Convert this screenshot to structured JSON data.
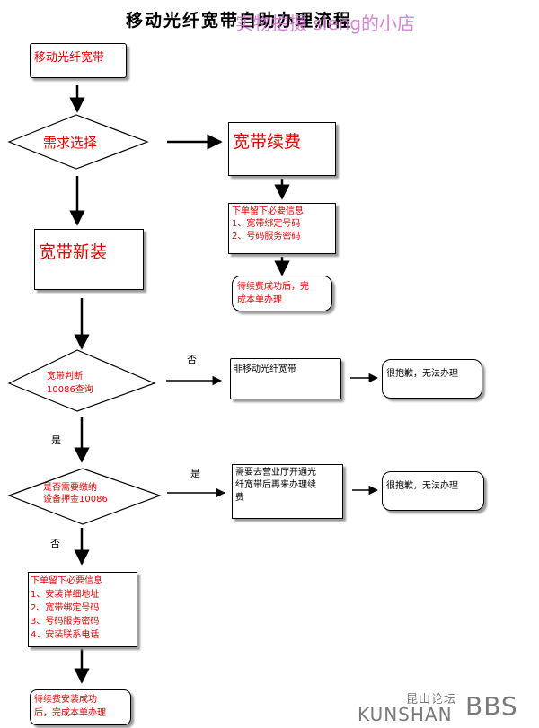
{
  "title": "移动光纤宽带自助办理流程",
  "watermark_top": "实物拍摄 sleng的小店",
  "watermark_bottom_cn": "昆山论坛",
  "watermark_bottom_en": "KUNSHAN",
  "watermark_bottom_bbs": "BBS",
  "nodes": {
    "start": "移动光纤宽带",
    "demand": "需求选择",
    "renew": "宽带续费",
    "renew_info": "下单留下必要信息\n1、宽带绑定号码\n2、号码服务密码",
    "renew_done": "待续费成功后，完\n成本单办理",
    "new_install": "宽带新装",
    "judge": "宽带判断\n10086查询",
    "non_mobile": "非移动光纤宽带",
    "sorry1": "很抱歉，无法办理",
    "deposit": "是否需要缴纳\n设备押金10086",
    "go_hall": "需要去营业厅开通光\n纤宽带后再来办理续\n费",
    "sorry2": "很抱歉，无法办理",
    "new_info": "下单留下必要信息\n1、安装详细地址\n2、宽带绑定号码\n3、号码服务密码\n4、安装联系电话",
    "new_done": "待续费安装成功\n后，完成本单办理"
  },
  "edge_labels": {
    "no1": "否",
    "yes1": "是",
    "yes2": "是",
    "no2": "否"
  }
}
